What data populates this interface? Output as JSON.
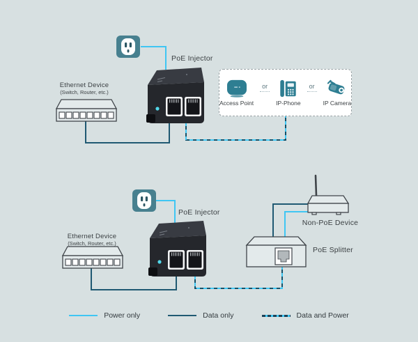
{
  "diagram_top": {
    "poe_injector_label": "PoE Injector",
    "ethernet_device_label": "Ethernet Device",
    "ethernet_device_sublabel": "(Switch, Router, etc.)",
    "powered_devices": {
      "separator": "or",
      "items": [
        {
          "label": "Access Point",
          "icon": "access-point-icon"
        },
        {
          "label": "IP-Phone",
          "icon": "ip-phone-icon"
        },
        {
          "label": "IP Camera",
          "icon": "ip-camera-icon"
        }
      ]
    }
  },
  "diagram_bottom": {
    "poe_injector_label": "PoE Injector",
    "ethernet_device_label": "Ethernet Device",
    "ethernet_device_sublabel": "(Switch, Router, etc.)",
    "non_poe_device_label": "Non-PoE Device",
    "poe_splitter_label": "PoE Splitter"
  },
  "legend": {
    "power_only": "Power only",
    "data_only": "Data only",
    "data_and_power": "Data and Power"
  },
  "colors": {
    "background": "#d7e0e1",
    "power_line": "#3fc6f3",
    "data_line": "#1f5972",
    "data_and_power_dash": "#3fc8f4",
    "device_teal": "#2e7e92",
    "outlet_teal": "#47808f",
    "injector_body": "#25272c"
  }
}
